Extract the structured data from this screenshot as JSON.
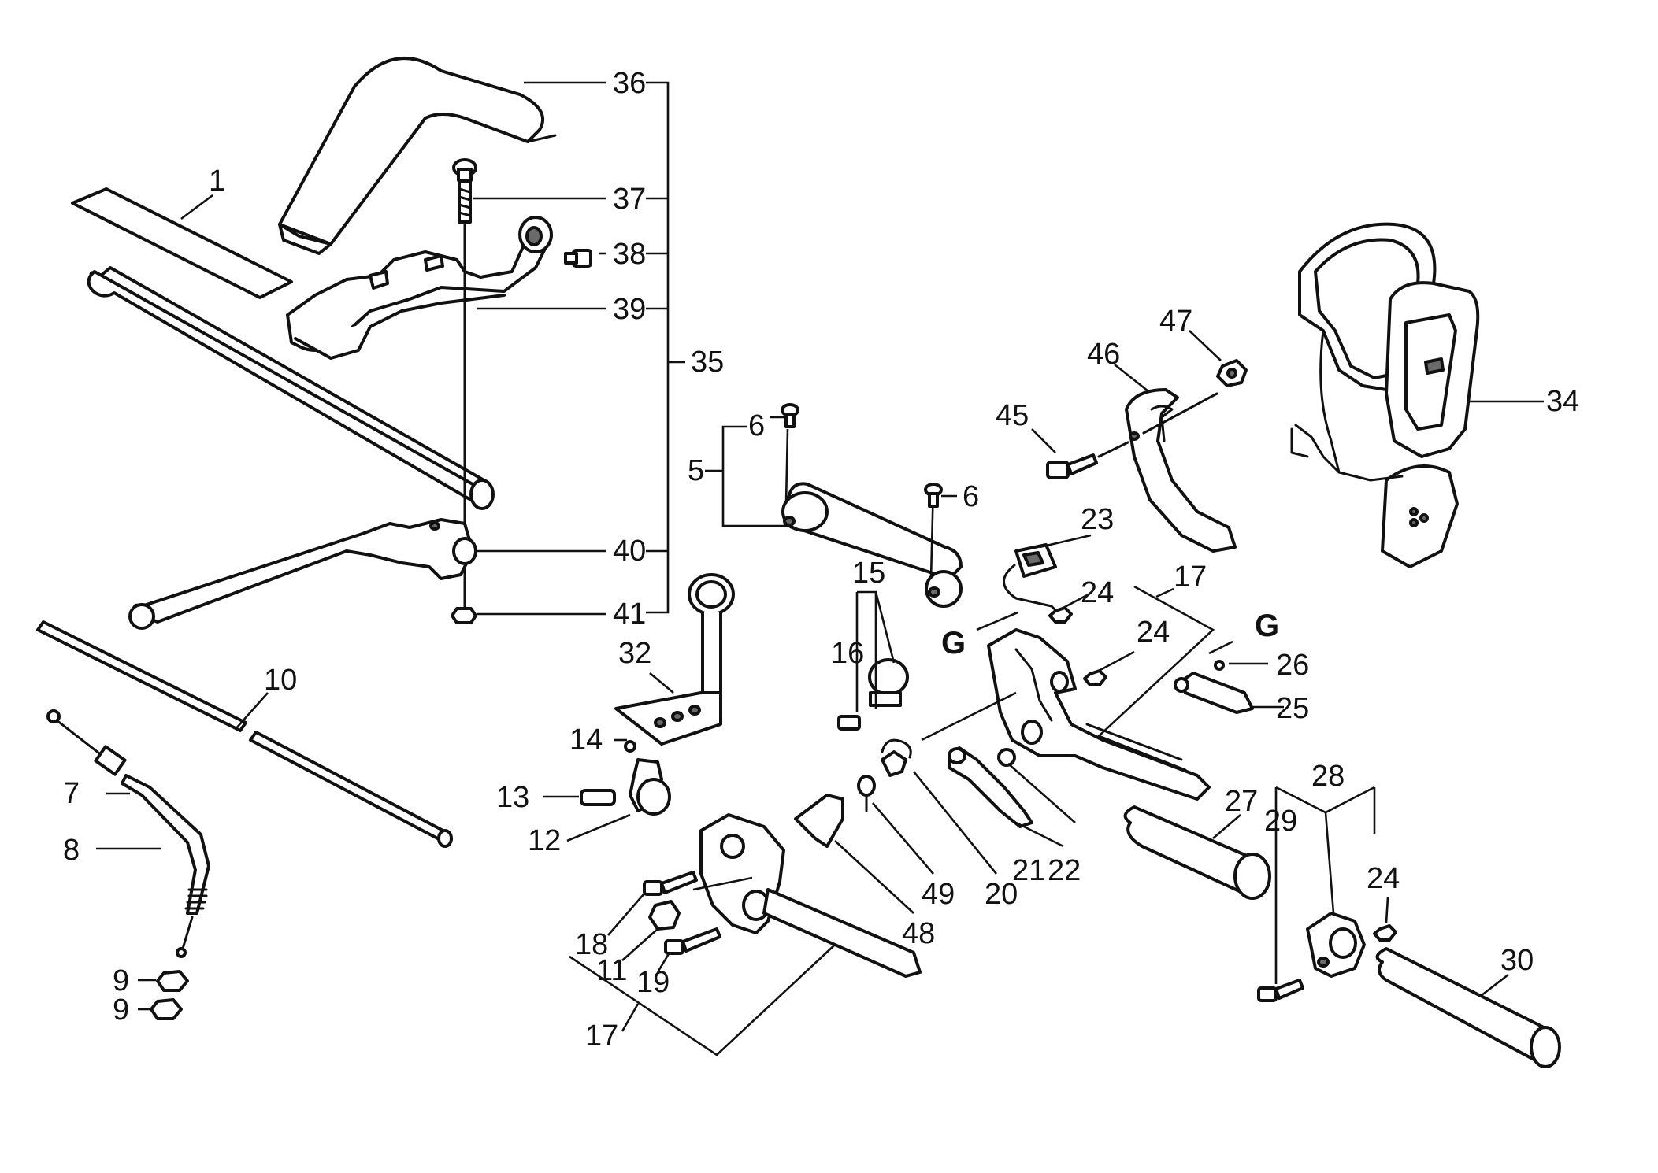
{
  "diagram": {
    "labels": {
      "p1": "1",
      "p5": "5",
      "p6a": "6",
      "p6b": "6",
      "p7": "7",
      "p8": "8",
      "p9a": "9",
      "p9b": "9",
      "p10": "10",
      "p11": "11",
      "p12": "12",
      "p13": "13",
      "p14": "14",
      "p15": "15",
      "p16": "16",
      "p17a": "17",
      "p17b": "17",
      "p18": "18",
      "p19": "19",
      "p20": "20",
      "p21": "21",
      "p22": "22",
      "p23": "23",
      "p24a": "24",
      "p24b": "24",
      "p24c": "24",
      "p25": "25",
      "p26": "26",
      "p27": "27",
      "p28": "28",
      "p29": "29",
      "p30": "30",
      "p32": "32",
      "p34": "34",
      "p35": "35",
      "p36": "36",
      "p37": "37",
      "p38": "38",
      "p39": "39",
      "p40": "40",
      "p41": "41",
      "p45": "45",
      "p46": "46",
      "p47": "47",
      "p48": "48",
      "p49": "49",
      "ga": "G",
      "gb": "G"
    }
  }
}
